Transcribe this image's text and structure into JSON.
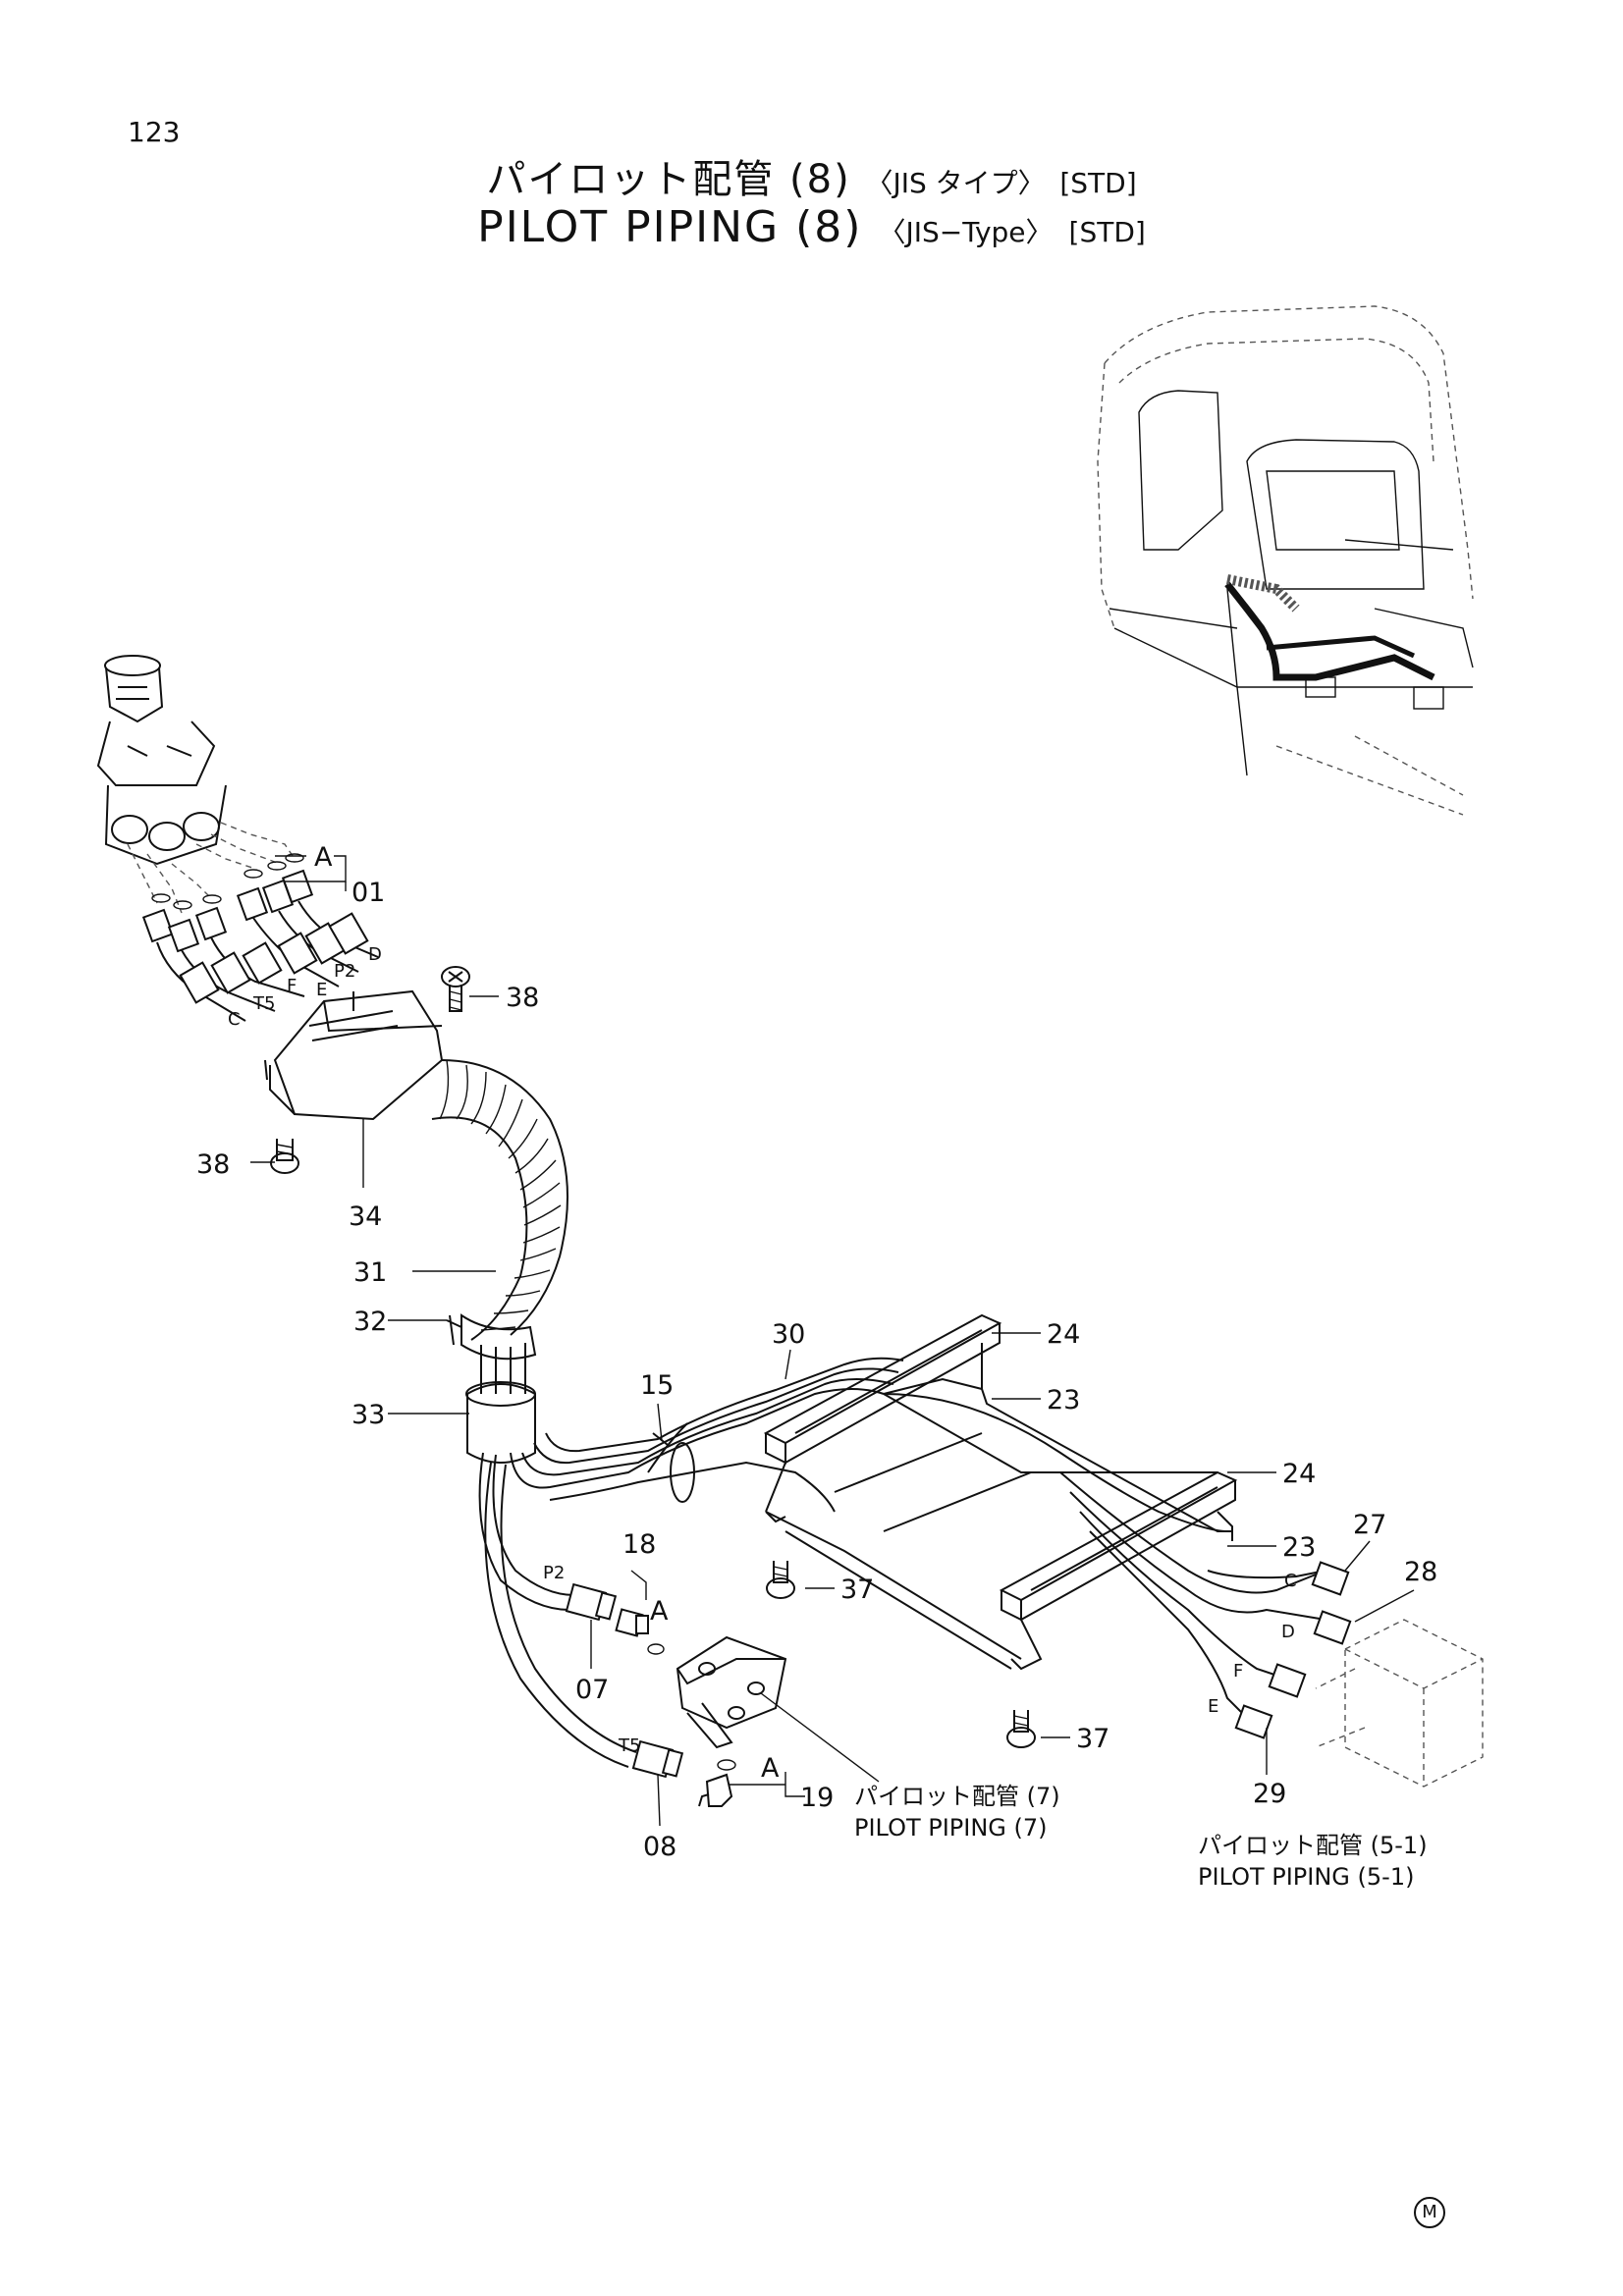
{
  "page": {
    "number": "123"
  },
  "title": {
    "jp_main": "パイロット配管 (8)",
    "jp_type": "〈JIS タイプ〉",
    "jp_std": "[STD]",
    "en_main": "PILOT PIPING (8)",
    "en_type": "〈JIS−Type〉",
    "en_std": "[STD]"
  },
  "callouts": {
    "c01": "01",
    "c07": "07",
    "c08": "08",
    "c15": "15",
    "c18": "18",
    "c19": "19",
    "c23a": "23",
    "c23b": "23",
    "c24a": "24",
    "c24b": "24",
    "c27": "27",
    "c28": "28",
    "c29": "29",
    "c30": "30",
    "c31": "31",
    "c32": "32",
    "c33": "33",
    "c34": "34",
    "c37a": "37",
    "c37b": "37",
    "c38a": "38",
    "c38b": "38"
  },
  "detail_marks": {
    "a1": "A",
    "a2": "A",
    "a3": "A"
  },
  "port_labels": {
    "p2_top": "P2",
    "d_top": "D",
    "e_top": "E",
    "f_top": "F",
    "t5_top": "T5",
    "c_top": "C",
    "p2_low": "P2",
    "t5_low": "T5",
    "c_right": "C",
    "d_right": "D",
    "f_right": "F",
    "e_right": "E"
  },
  "references": {
    "ref7_jp": "パイロット配管 (7)",
    "ref7_en": "PILOT PIPING (7)",
    "ref51_jp": "パイロット配管 (5-1)",
    "ref51_en": "PILOT PIPING (5-1)"
  },
  "footer": {
    "mark": "M"
  }
}
